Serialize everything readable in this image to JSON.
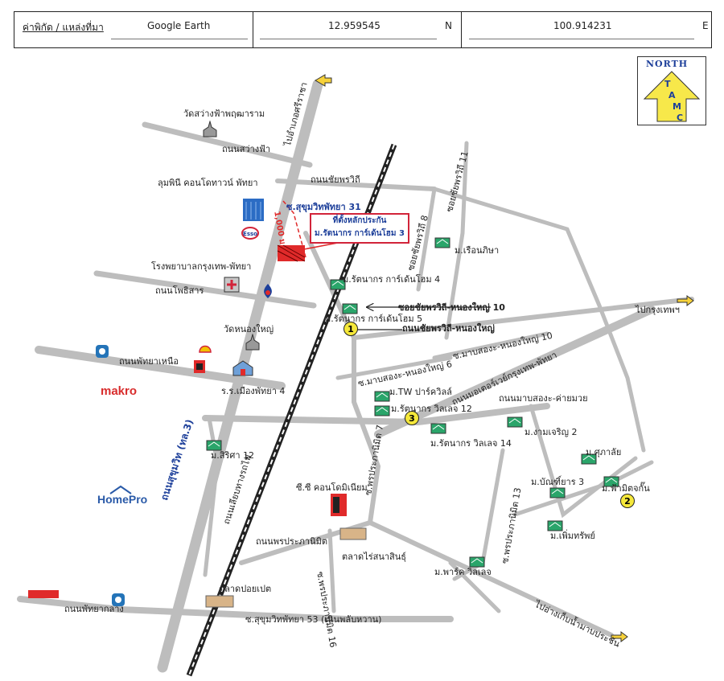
{
  "header": {
    "coord_label": "ค่าพิกัด / แหล่งที่มา",
    "source": "Google Earth",
    "lat": "12.959545",
    "lat_dir": "N",
    "lon": "100.914231",
    "lon_dir": "E"
  },
  "north": {
    "label": "NORTH",
    "letters": [
      "T",
      "A",
      "M",
      "C"
    ]
  },
  "callout": {
    "line1": "ที่ตั้งหลักประกัน",
    "line2": "ม.รัตนากร การ์เด้นโฮม 3"
  },
  "distance": "1,000 ม.",
  "markers": [
    "1",
    "2",
    "3"
  ],
  "logos": {
    "makro": "makro",
    "homepro": "HomePro",
    "esso": "Esso"
  },
  "labels": {
    "to_bangsaray": "ไปอำเภอศรีราชา",
    "wat_sawang": "วัดสว่างฟ้าพฤฒาราม",
    "rd_sawangfa": "ถนนสว่างฟ้า",
    "lumpini": "ลุมพินี คอนโดทาวน์ พัทยา",
    "soi_sukhumvit31": "ซ.สุขุมวิทพัทยา 31",
    "rd_chaiyaphruek": "ถนนชัยพรวิถี",
    "soi_chaiyaphruek11": "ซอยชัยพรวิถี 11",
    "soi_chaiyaphruek8": "ซอยชัยพรวิถี 8",
    "hospital": "โรงพยาบาลกรุงเทพ-พัทยา",
    "rd_photisan": "ถนนโพธิสาร",
    "ruenpisa": "ม.เรือนภิษา",
    "rattanakorn4": "ม.รัตนากร การ์เด้นโฮม 4",
    "soi_chaiya_nongyai10": "ซอยชัยพรวิถี-หนองใหญ่ 10",
    "rattanakorn5": "ม.รัตนากร การ์เด้นโฮม 5",
    "rd_chaiya_nongyai": "ถนนชัยพรวิถี-หนองใหญ่",
    "to_bangkok": "ไปกรุงเทพฯ",
    "wat_nongyai": "วัดหนองใหญ่",
    "rd_pattaya_nuea": "ถนนพัทยาเหนือ",
    "soi_mapsong_nongyai6": "ซ.มาบสองะ-หนองใหญ่ 6",
    "soi_mapsong_nongyai10": "ซ.มาบสองะ-หนองใหญ่ 10",
    "school": "ร.ร.เมืองพัทยา 4",
    "rd_motorway": "ถนนมอเตอร์เวย์กรุงเทพ-พัทยา",
    "tw_park": "ม.TW ปาร์ควิลล์",
    "rattanakorn_villa12": "ม.รัตนากร วิลเลจ 12",
    "rd_mapsong_khaimuay": "ถนนมาบสองะ-ค่ายมวย",
    "ngamcharoen2": "ม.งามเจริญ 2",
    "rattanakorn_villa14": "ม.รัตนากร วิลเลจ 14",
    "sukhumvit_rd": "ถนนสุขุมวิท (ทล.3)",
    "railway_rd": "ถนนเลียบทางรถไฟ",
    "sirisa12": "ม.สิริศา 12",
    "soi_phraprachanimit7": "ซ.พรประภานิมิต 7",
    "supalai": "ม.ศุภาลัย",
    "phamitchakan": "ม.ฟ้ามิตจกั๊น",
    "bunyani3": "ม.บัณฑิ์ยาร 3",
    "cc_condo": "ซี.ซี คอนโดมิเนียม",
    "rd_phraprachanimit": "ถนนพรประภานิมิต",
    "soi_phraprachanimit16": "ซ.พรประภานิมิต 16",
    "talad_rai": "ตลาดไร่สนาสินธุ์",
    "soi_phraprachanimit13": "ซ.พรประภานิมิต 13",
    "phoemsap": "ม.เพิ่มทรัพย์",
    "park_village": "ม.พาร์ค วิลเลจ",
    "talad_poypet": "ตลาดปอยเปต",
    "rd_pattaya_klang": "ถนนพัทยากลาง",
    "soi_sukhumvit53": "ซ.สุขุมวิทพัทยา 53 (เนินพลับหวาน)",
    "to_reservoir": "ไปอ่างเก็บน้ำมาบประชัน"
  }
}
